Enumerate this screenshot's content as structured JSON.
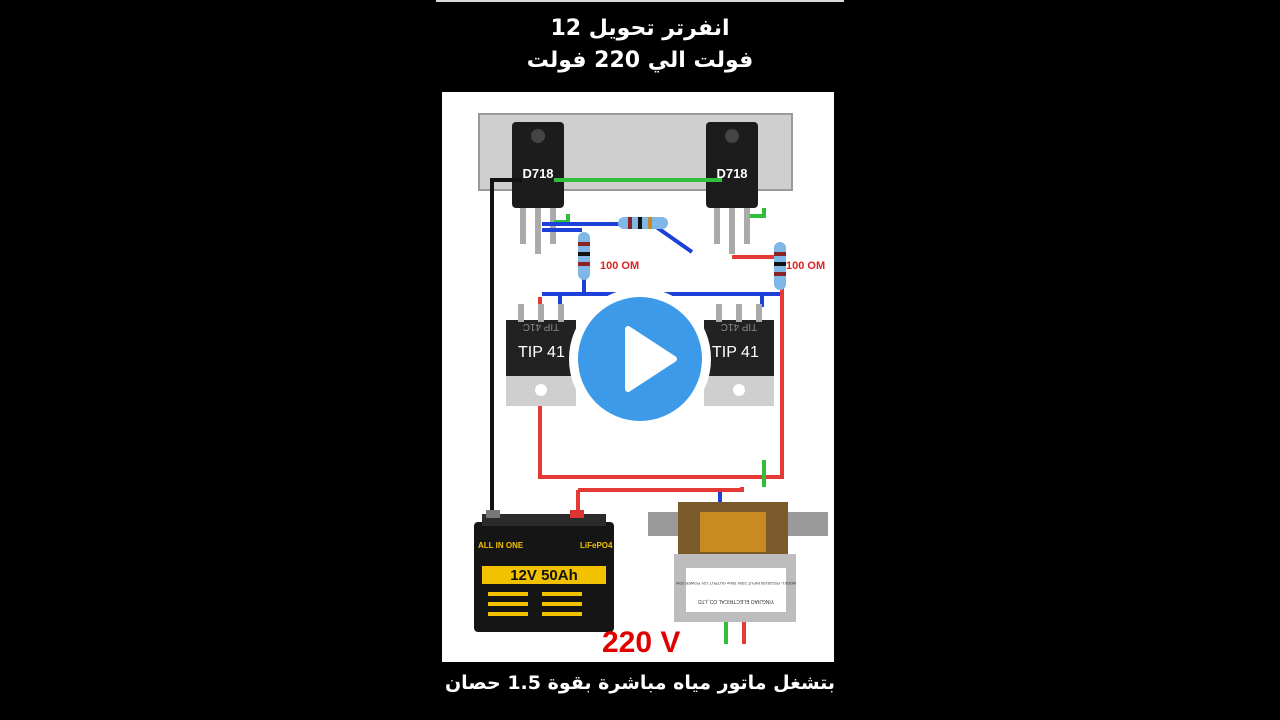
{
  "video": {
    "title_line1": "انفرتر تحويل 12",
    "title_line2": "فولت الي 220 فولت",
    "caption": "بتشغل ماتور مياه مباشرة بقوة 1.5 حصان"
  },
  "diagram": {
    "transistor_left_label": "D718",
    "transistor_right_label": "D718",
    "resistor_left_label": "100 OM",
    "resistor_right_label": "100 OM",
    "driver_left_label": "TIP 41",
    "driver_right_label": "TIP 41",
    "driver_left_mirror": "TIP 41C",
    "driver_right_mirror": "TIP 41C",
    "battery_brand": "ALL IN ONE",
    "battery_chem": "LiFePO4",
    "battery_label": "12V 50Ah",
    "transformer_maker": "YINGJIAO ELECTRICAL CO.,LTD",
    "transformer_specs": "MODEL: RS125100  INPUT 230V 50Hz  OUTPUT 12V  POWER 20W",
    "output_voltage": "220 V"
  },
  "icons": {
    "play": "play-icon"
  },
  "colors": {
    "play_blue": "#3d9ae8",
    "wire_red": "#e53935",
    "wire_blue": "#1e3fd8",
    "wire_green": "#2fbf3a",
    "output_red": "#e10000"
  }
}
